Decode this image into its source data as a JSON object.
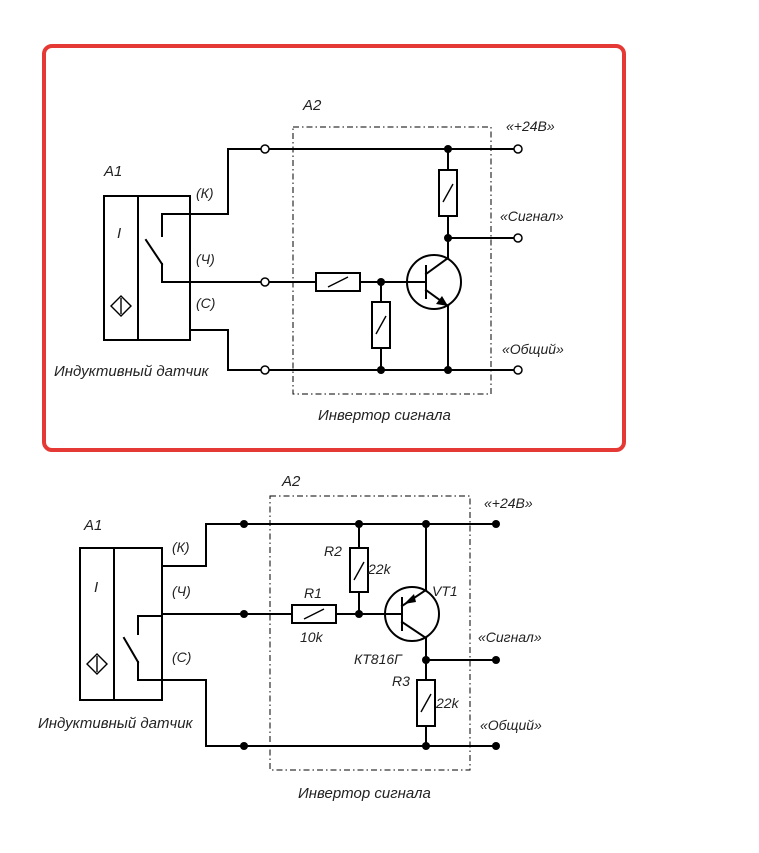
{
  "top_diagram": {
    "sensor_ref": "A1",
    "module_ref": "A2",
    "wire_k": "(К)",
    "wire_ch": "(Ч)",
    "wire_s": "(С)",
    "switch_mark": "I",
    "sensor_caption": "Индуктивный датчик",
    "module_caption": "Инвертор сигнала",
    "terminal_24v": "«+24В»",
    "terminal_signal": "«Сигнал»",
    "terminal_common": "«Общий»",
    "highlight_color": "#e53935"
  },
  "bottom_diagram": {
    "sensor_ref": "A1",
    "module_ref": "A2",
    "wire_k": "(К)",
    "wire_ch": "(Ч)",
    "wire_s": "(С)",
    "switch_mark": "I",
    "sensor_caption": "Индуктивный датчик",
    "module_caption": "Инвертор сигнала",
    "terminal_24v": "«+24В»",
    "terminal_signal": "«Сигнал»",
    "terminal_common": "«Общий»",
    "r1_ref": "R1",
    "r1_value": "10k",
    "r2_ref": "R2",
    "r2_value": "22k",
    "r3_ref": "R3",
    "r3_value": "22k",
    "transistor_ref": "VT1",
    "transistor_type": "КТ816Г"
  }
}
